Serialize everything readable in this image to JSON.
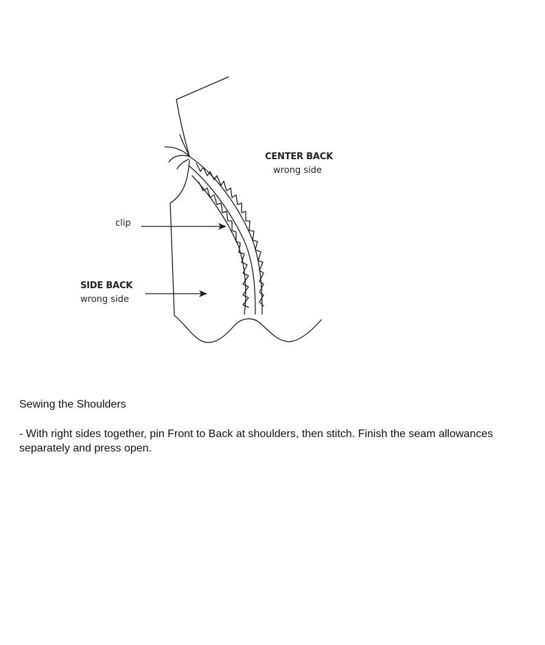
{
  "diagram": {
    "labels": {
      "center_back_title": "CENTER BACK",
      "center_back_sub": "wrong side",
      "clip": "clip",
      "side_back_title": "SIDE BACK",
      "side_back_sub": "wrong side"
    }
  },
  "section": {
    "heading": "Sewing the Shoulders",
    "instruction": "- With right sides together, pin Front to Back at shoulders, then stitch. Finish the seam allowances separately and press open."
  }
}
